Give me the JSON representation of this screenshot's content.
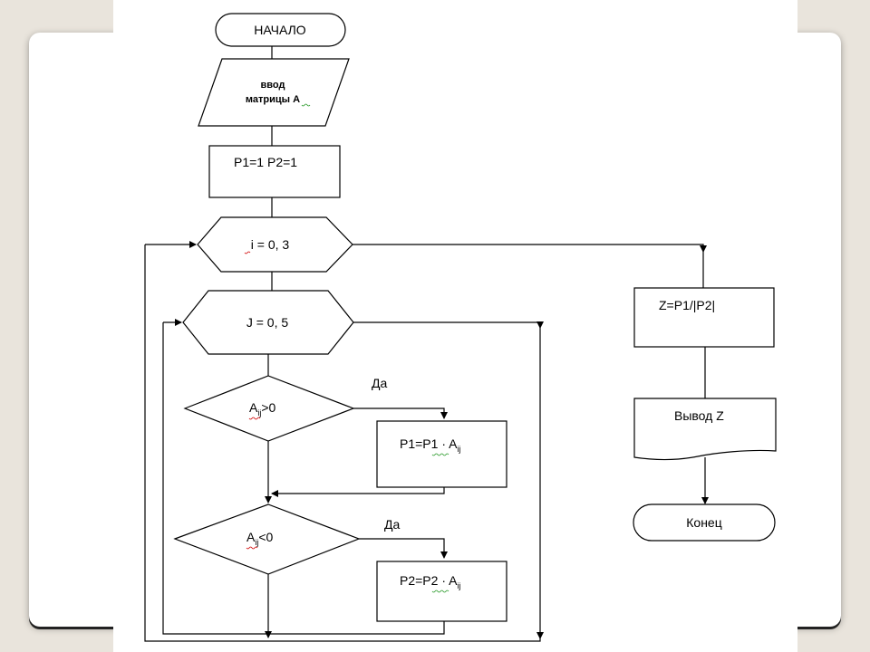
{
  "nodes": {
    "start": "НАЧАЛО",
    "input_line1": "ввод",
    "input_line2": "матрицы А",
    "init": "P1=1  P2=1",
    "loop_i": "i = 0, 3",
    "loop_j": "J = 0, 5",
    "cond1_base": "A",
    "cond1_sub": "ij",
    "cond1_rest": ">0",
    "cond2_base": "A",
    "cond2_sub": "ij",
    "cond2_rest": "<0",
    "assign1_main": "P1=P1 · A",
    "assign1_sub": "ij",
    "assign2_main": "P2=P2 · A",
    "assign2_sub": "ij",
    "compute_z": "Z=P1/|P2|",
    "output": "Вывод  Z",
    "end": "Конец"
  },
  "labels": {
    "yes1": "Да",
    "yes2": "Да"
  },
  "colors": {
    "background": "#e9e4dc",
    "stroke": "#000000"
  }
}
